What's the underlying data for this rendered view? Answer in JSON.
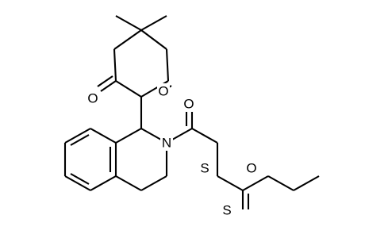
{
  "atoms": {
    "oxygen_left_ketone": "O",
    "oxygen_right_ketone": "O",
    "oxygen_amide": "O",
    "nitrogen_ring": "N",
    "sulfur_thioether": "S",
    "oxygen_ethoxy": "O",
    "sulfur_thione": "S"
  },
  "colors": {
    "bond": "#000000",
    "label": "#000000",
    "background": "#ffffff"
  }
}
